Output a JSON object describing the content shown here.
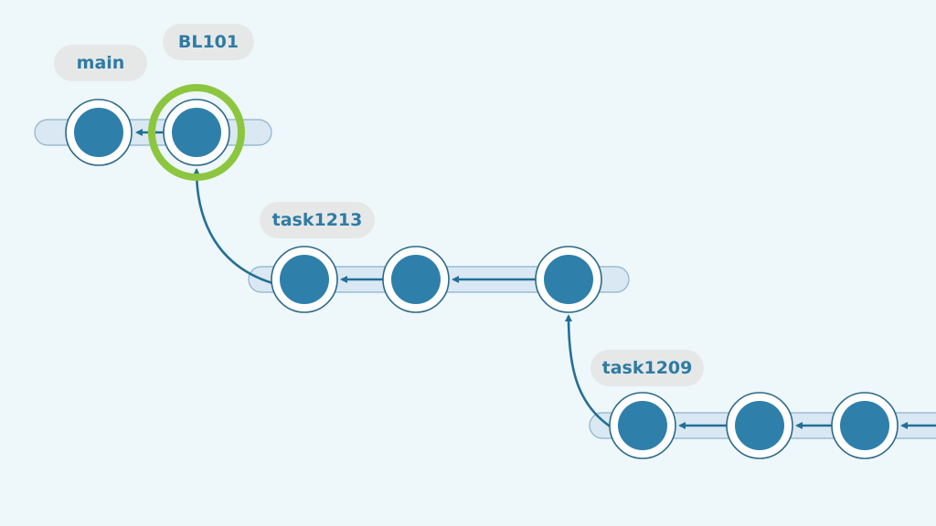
{
  "colors": {
    "background": "#eef7fa",
    "node": "#2e80ab",
    "node_outline": "#2a6a8a",
    "highlight": "#8cc63f",
    "label_text": "#2e7ba3",
    "label_bg": "#e6e8e8"
  },
  "branches": [
    {
      "label": "main",
      "commits": 2
    },
    {
      "label": "task1213",
      "commits": 3
    },
    {
      "label": "task1209",
      "commits": 3
    }
  ],
  "tags": [
    {
      "label": "BL101",
      "highlighted": true
    }
  ]
}
